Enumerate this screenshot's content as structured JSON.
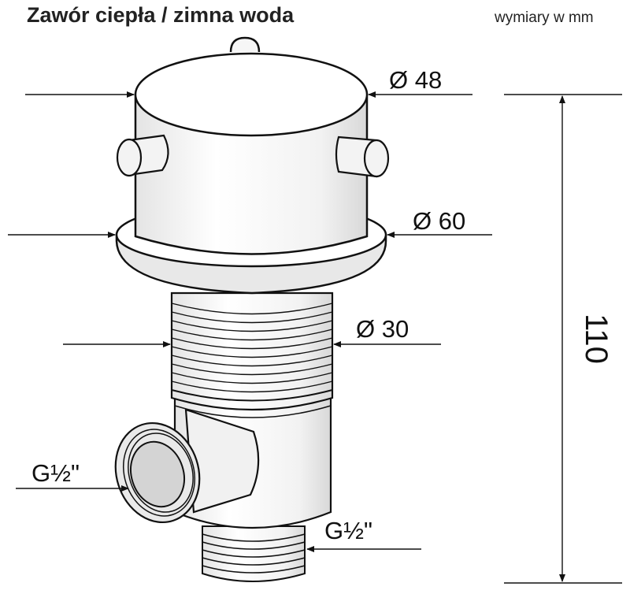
{
  "title": "Zawór ciepła / zimna woda",
  "units_note": "wymiary w mm",
  "dimensions": {
    "top_cap_diameter": "Ø 48",
    "flange_diameter": "Ø 60",
    "thread_diameter": "Ø 30",
    "side_outlet_thread": "G½\"",
    "bottom_outlet_thread": "G½\"",
    "total_height": "110"
  },
  "colors": {
    "line": "#111111",
    "fill": "#ffffff",
    "shade": "#e6e6e6",
    "shade_dark": "#cfcfcf"
  }
}
